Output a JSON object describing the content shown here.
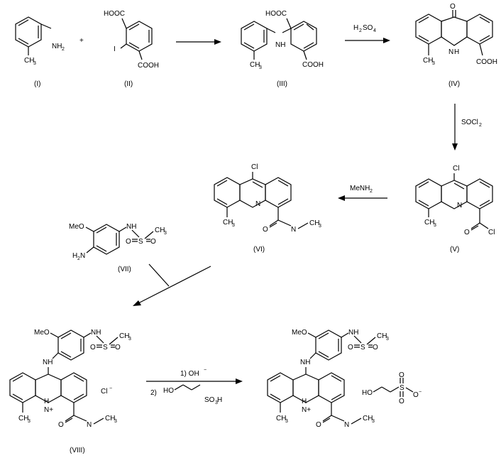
{
  "compounds": {
    "I": "(I)",
    "II": "(II)",
    "III": "(III)",
    "IV": "(IV)",
    "V": "(V)",
    "VI": "(VI)",
    "VII": "(VII)",
    "VIII": "(VIII)"
  },
  "plus_sign": "+",
  "atoms": {
    "NH2": "NH",
    "two": "2",
    "CH3": "CH",
    "three": "3",
    "HOOC": "HOOC",
    "COOH": "COOH",
    "I": "I",
    "N": "N",
    "H": "H",
    "NH": "NH",
    "O": "O",
    "Cl": "Cl",
    "C": "C",
    "MeO": "MeO",
    "S": "S",
    "H2N": "H",
    "Nplus": "N+",
    "Clminus": "Cl",
    "minus": "−",
    "HO": "HO",
    "SO3H": "SO",
    "Ominus": "O",
    "N_H": "N",
    "CH3_methyl": "CH"
  },
  "reagents": {
    "h2so4_H": "H",
    "h2so4_SO": "SO",
    "h2so4_4": "4",
    "socl2_SOCl": "SOCl",
    "socl2_2": "2",
    "menh2": "MeNH",
    "menh2_2": "2",
    "step1": "1)  OH",
    "step1_sup": "−",
    "step2": "2)"
  }
}
